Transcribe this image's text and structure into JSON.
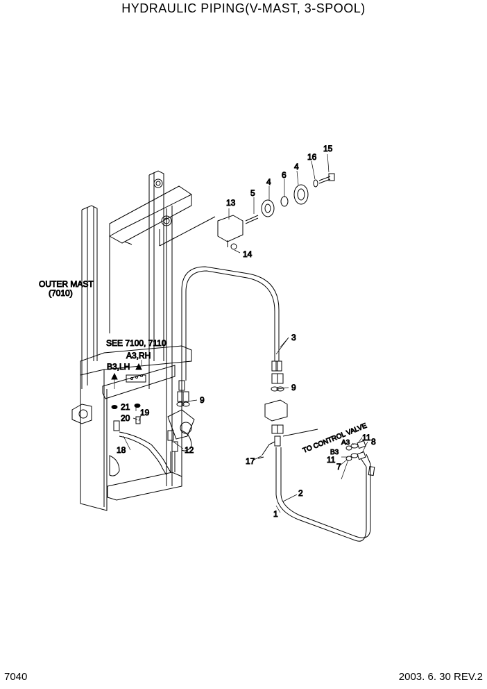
{
  "title": "HYDRAULIC PIPING(V-MAST, 3-SPOOL)",
  "page_number": "7040",
  "revision": "2003. 6. 30 REV.2",
  "outer_mast": {
    "line1": "OUTER MAST",
    "line2": "(7010)"
  },
  "see_ref": "SEE 7100, 7110",
  "a3_rh": "A3,RH",
  "b3_lh": "B3,LH",
  "to_control_valve": "TO CONTROL VALVE",
  "ports": {
    "a3": "A3",
    "b3": "B3"
  },
  "callouts": {
    "c1": "1",
    "c2": "2",
    "c3": "3",
    "c4a": "4",
    "c4b": "4",
    "c5": "5",
    "c6": "6",
    "c7": "7",
    "c8": "8",
    "c9a": "9",
    "c9b": "9",
    "c11a": "11",
    "c11b": "11",
    "c12": "12",
    "c13": "13",
    "c14": "14",
    "c15": "15",
    "c16": "16",
    "c17": "17",
    "c18": "18",
    "c19": "19",
    "c20": "20",
    "c21": "21"
  }
}
